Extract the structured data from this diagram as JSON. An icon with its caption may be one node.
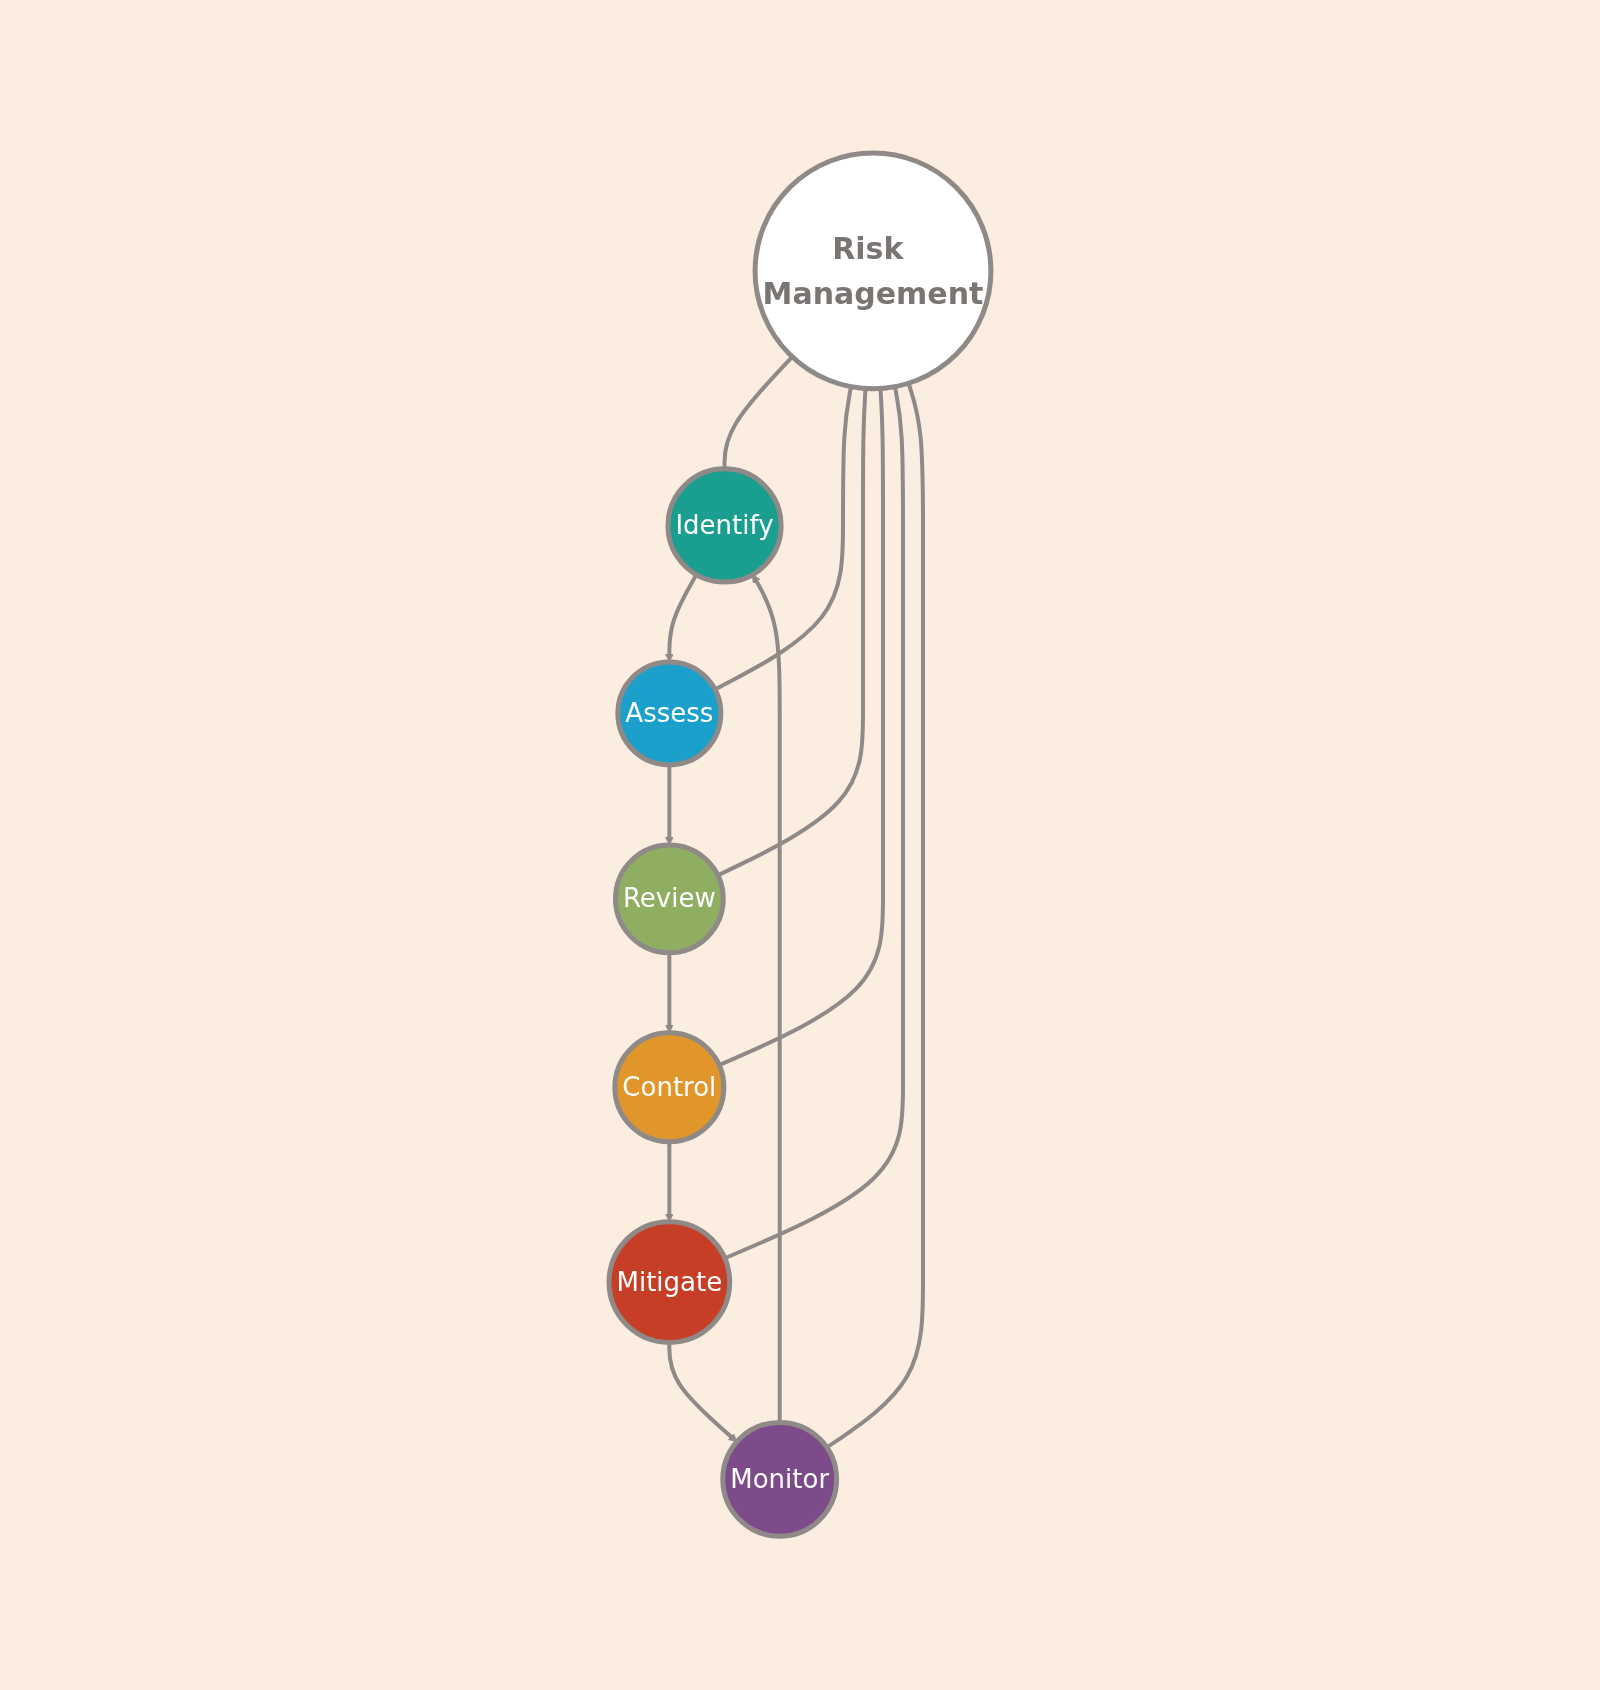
{
  "diagram": {
    "nodes": [
      {
        "text": [
          "Identify"
        ]
      },
      {
        "text": [
          "Monitor"
        ]
      },
      {
        "text": [
          "Assess"
        ]
      },
      {
        "text": [
          "Risk Management"
        ]
      },
      {
        "text": [
          "Mitigate"
        ]
      },
      {
        "text": [
          "Review"
        ]
      },
      {
        "text": [
          "Control"
        ]
      }
    ],
    "edges": [
      {
        "from": 0,
        "to": 2,
        "arrow": "to"
      },
      {
        "from": 2,
        "to": 5,
        "arrow": "to"
      },
      {
        "from": 5,
        "to": 6,
        "arrow": "to"
      },
      {
        "from": 6,
        "to": 4,
        "arrow": "to"
      },
      {
        "from": 4,
        "to": 1,
        "arrow": "to"
      },
      {
        "from": 1,
        "to": 0,
        "arrow": "to"
      },
      {
        "from": 3,
        "to": 0,
        "arrow": "none"
      },
      {
        "from": 3,
        "to": 2,
        "arrow": "none"
      },
      {
        "from": 3,
        "to": 5,
        "arrow": "none"
      },
      {
        "from": 3,
        "to": 6,
        "arrow": "none"
      },
      {
        "from": 3,
        "to": 4,
        "arrow": "none"
      },
      {
        "from": 3,
        "to": 1,
        "arrow": "none"
      }
    ]
  }
}
